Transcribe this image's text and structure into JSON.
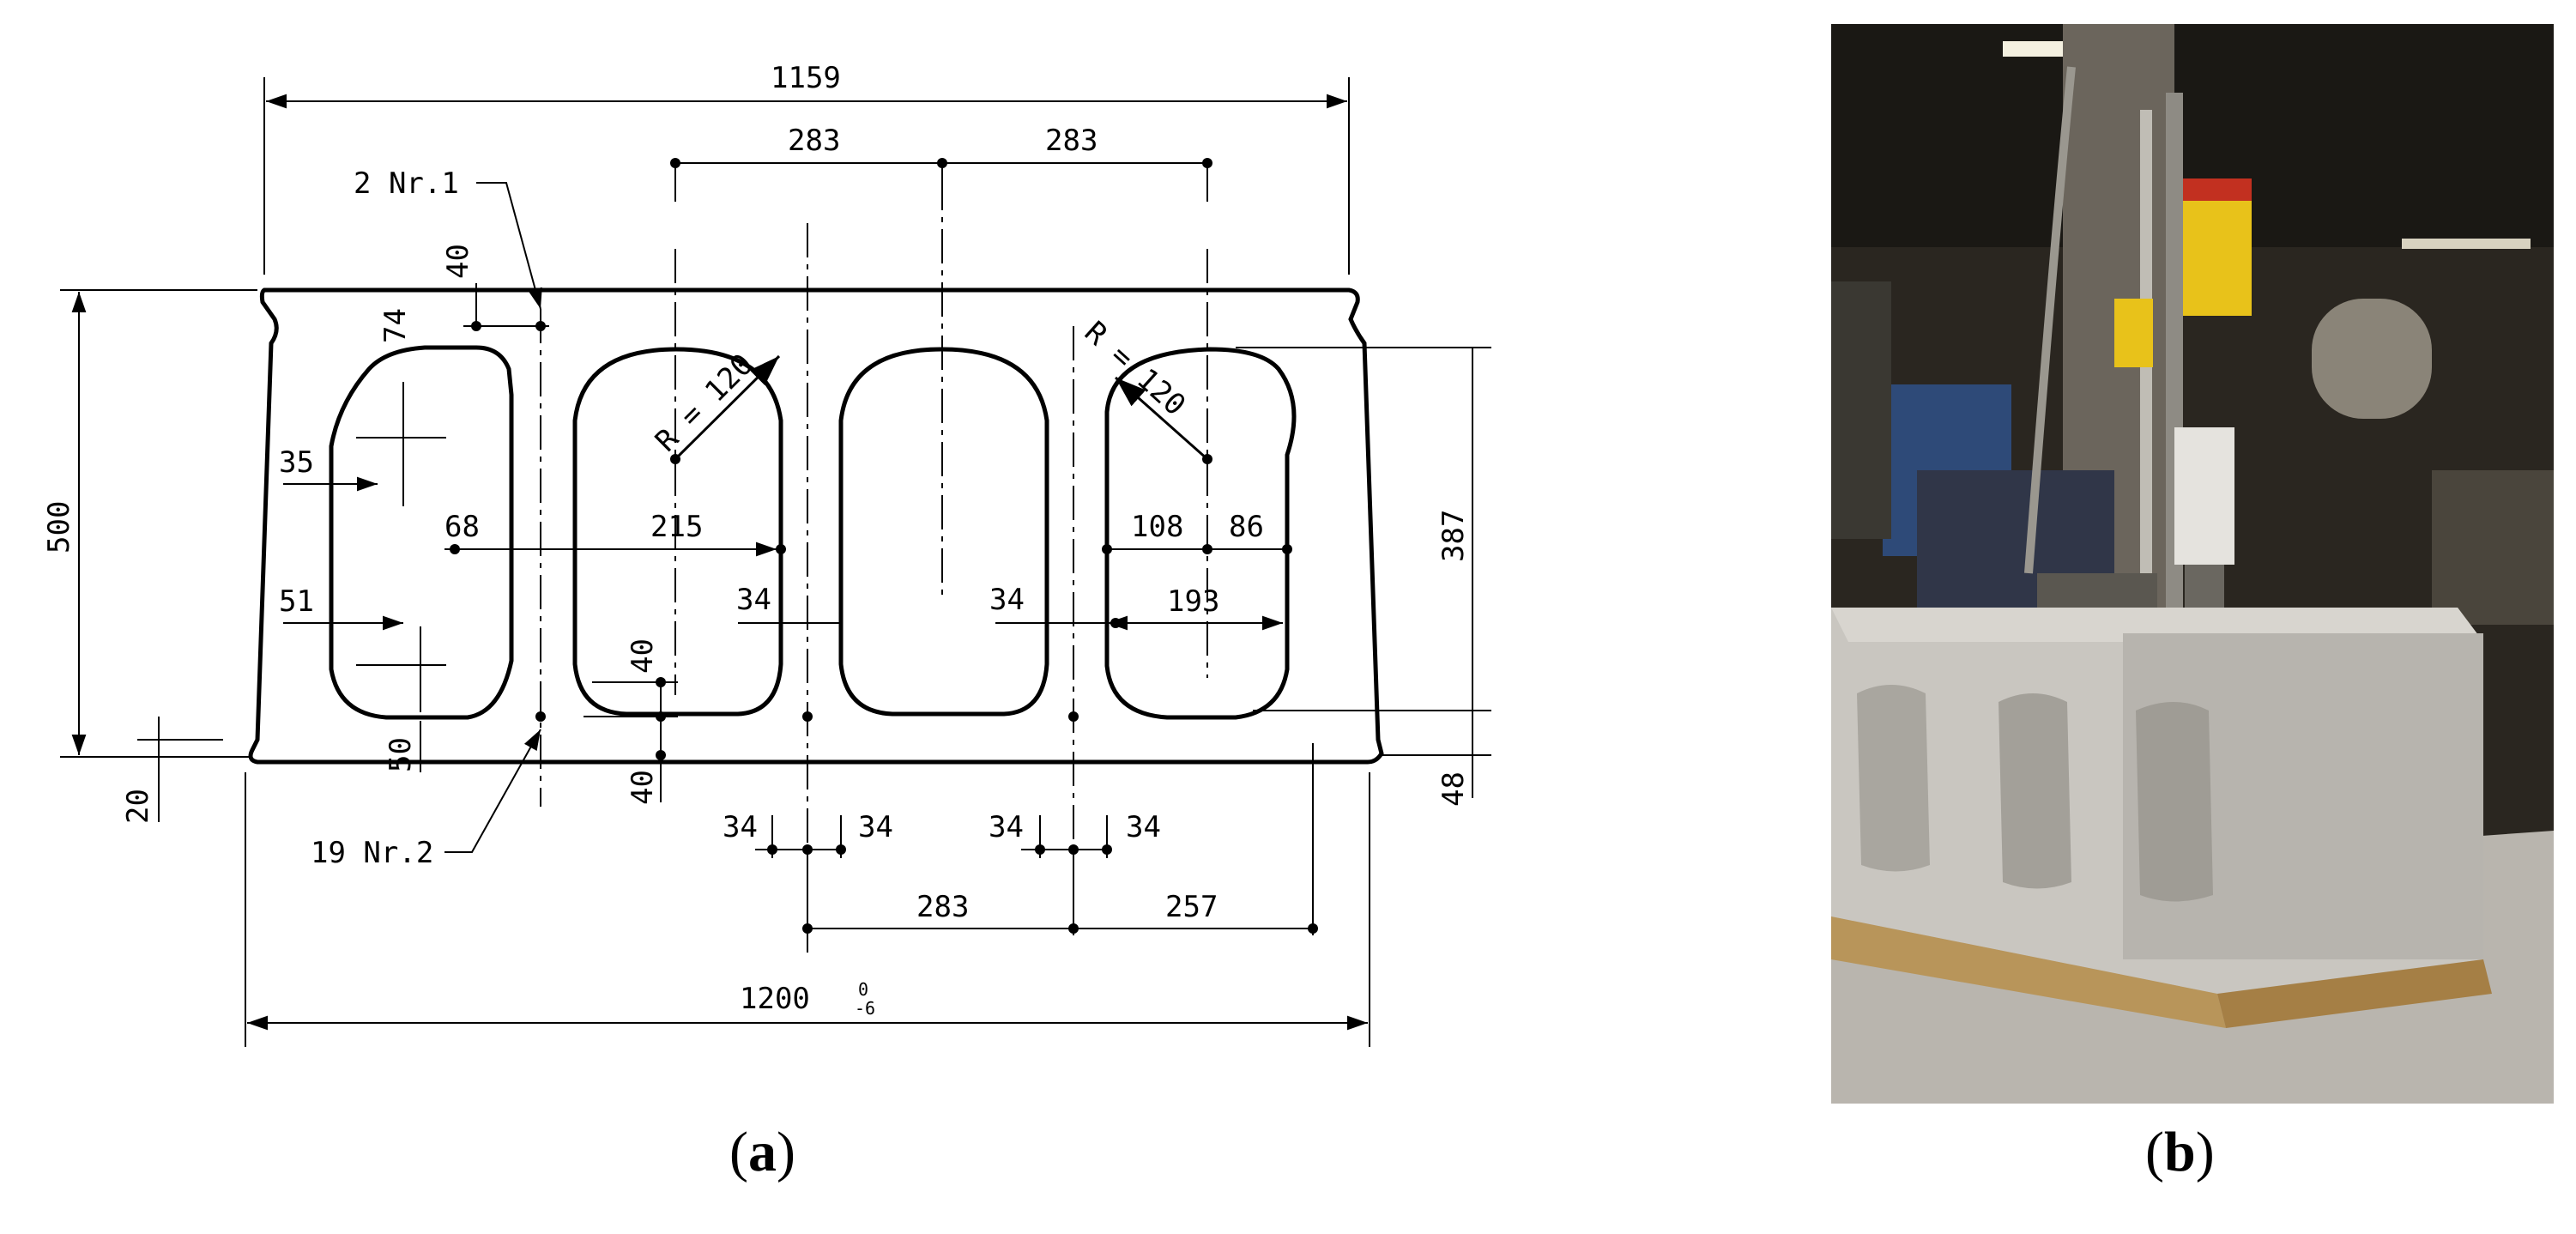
{
  "panel_a": {
    "caption_open": "(",
    "caption_letter": "a",
    "caption_close": ")",
    "dimensions": {
      "overall_top_width": "1159",
      "overall_bottom_width": "1200",
      "bottom_tolerance_upper": "0",
      "bottom_tolerance_lower": "-6",
      "height": "500",
      "rebar_spacing_top_left": "283",
      "rebar_spacing_top_right": "283",
      "top_cover": "40",
      "void1_top_offset": "74",
      "void1_side_35": "35",
      "void1_side_51": "51",
      "void1_bottom_50": "50",
      "web_68": "68",
      "void2_width": "215",
      "radius_left": "R = 120",
      "radius_right": "R = 120",
      "void4_108": "108",
      "void4_86": "86",
      "void4_width": "193",
      "right_height": "387",
      "right_bottom": "48",
      "web_34_a": "34",
      "web_34_b": "34",
      "bot_40_a": "40",
      "bot_40_b": "40",
      "bot_20": "20",
      "bot_34_1": "34",
      "bot_34_2": "34",
      "bot_34_3": "34",
      "bot_34_4": "34",
      "bot_283": "283",
      "bot_257": "257"
    },
    "labels": {
      "rebar_top": "2 Nr.1",
      "rebar_bottom": "19 Nr.2"
    }
  },
  "panel_b": {
    "caption_open": "(",
    "caption_letter": "b",
    "caption_close": ")",
    "colors": {
      "background": "#2a2620",
      "concrete": "#c9c6c0",
      "drill_yellow": "#e8c21a",
      "pallet": "#b8955a"
    }
  }
}
